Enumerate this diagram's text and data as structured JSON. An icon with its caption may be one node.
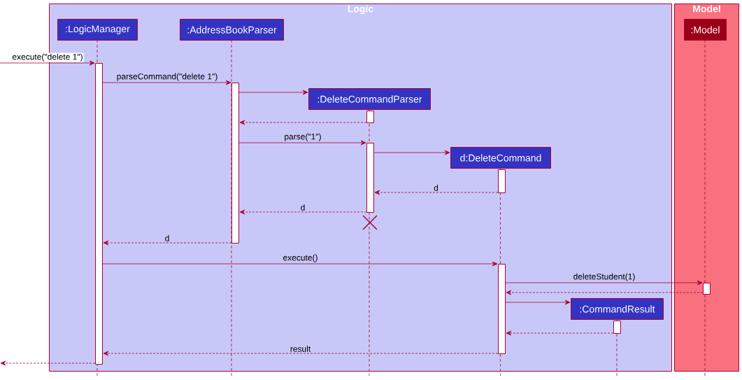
{
  "diagram": {
    "nodes": [
      {
        "text": [
          "Logic"
        ]
      },
      {
        "text": [
          "Model"
        ]
      },
      {
        "text": [
          ":LogicManager"
        ],
        "in": 0
      },
      {
        "text": [
          ":AddressBookParser"
        ],
        "in": 0
      },
      {
        "text": [
          ":DeleteCommandParser"
        ],
        "in": 0
      },
      {
        "text": [
          "d:DeleteCommand"
        ],
        "in": 0
      },
      {
        "text": [
          ":CommandResult"
        ],
        "in": 0
      },
      {
        "text": [
          ":Model"
        ],
        "in": 1
      },
      {
        "text": [],
        "shape": "bar",
        "in": 0
      },
      {
        "text": [],
        "shape": "bar",
        "in": 0
      },
      {
        "text": [],
        "shape": "bar",
        "in": 0
      },
      {
        "text": [],
        "shape": "bar",
        "in": 0
      },
      {
        "text": [],
        "shape": "bar",
        "in": 0
      },
      {
        "text": [],
        "shape": "bar",
        "in": 0
      },
      {
        "text": [],
        "shape": "bar",
        "in": 1
      },
      {
        "text": [],
        "shape": "bar",
        "in": 0
      }
    ],
    "edges": [
      {
        "from": null,
        "to": 8,
        "arrow": "to",
        "label": "execute(\"delete 1\")"
      },
      {
        "from": 8,
        "to": 9,
        "arrow": "to",
        "label": "parseCommand(\"delete 1\")"
      },
      {
        "from": 9,
        "to": 4,
        "arrow": "to"
      },
      {
        "from": 10,
        "to": 9,
        "arrow": "to",
        "style": "dashed"
      },
      {
        "from": 9,
        "to": 11,
        "arrow": "to",
        "label": "parse(\"1\")"
      },
      {
        "from": 11,
        "to": 5,
        "arrow": "to"
      },
      {
        "from": 12,
        "to": 11,
        "arrow": "to",
        "style": "dashed",
        "label": "d"
      },
      {
        "from": 11,
        "to": 9,
        "arrow": "to",
        "style": "dashed",
        "label": "d"
      },
      {
        "from": 9,
        "to": 8,
        "arrow": "to",
        "style": "dashed",
        "label": "d"
      },
      {
        "from": 8,
        "to": 13,
        "arrow": "to",
        "label": "execute()"
      },
      {
        "from": 13,
        "to": 14,
        "arrow": "to",
        "label": "deleteStudent(1)"
      },
      {
        "from": 14,
        "to": 13,
        "arrow": "to",
        "style": "dashed"
      },
      {
        "from": 13,
        "to": 6,
        "arrow": "to"
      },
      {
        "from": 15,
        "to": 13,
        "arrow": "to",
        "style": "dashed"
      },
      {
        "from": 13,
        "to": 8,
        "arrow": "to",
        "style": "dashed",
        "label": "result"
      },
      {
        "from": 8,
        "to": null,
        "arrow": "to",
        "style": "dashed"
      }
    ]
  }
}
